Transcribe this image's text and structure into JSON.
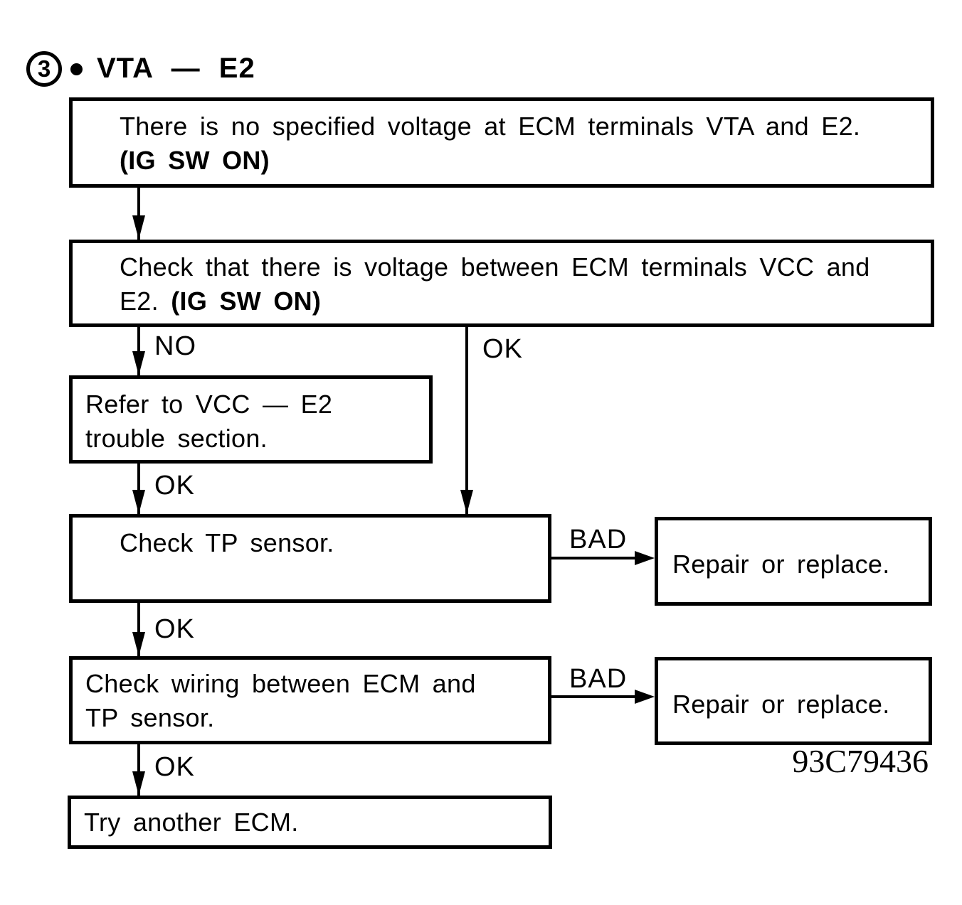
{
  "header": {
    "step_number": "3",
    "bullet_icon": "•",
    "title": "VTA — E2"
  },
  "nodes": {
    "start": {
      "line1": "There is no specified voltage at ECM terminals VTA and E2.",
      "line2": "(IG SW ON)"
    },
    "check_vcc": {
      "line1": "Check that there is voltage between ECM terminals VCC and",
      "line2_normal": "E2. ",
      "line2_bold": "(IG SW ON)"
    },
    "refer_vcc": {
      "line1": "Refer to VCC — E2",
      "line2": "trouble section."
    },
    "check_tp": {
      "text": "Check TP sensor."
    },
    "repair_1": {
      "text": "Repair or replace."
    },
    "check_wiring": {
      "line1": "Check wiring between ECM and",
      "line2": "TP sensor."
    },
    "repair_2": {
      "text": "Repair or replace."
    },
    "try_ecm": {
      "text": "Try another ECM."
    }
  },
  "labels": {
    "no_1": "NO",
    "ok_right": "OK",
    "ok_2": "OK",
    "ok_3": "OK",
    "ok_4": "OK",
    "bad_1": "BAD",
    "bad_2": "BAD"
  },
  "figure_code": "93C79436",
  "colors": {
    "ink": "#000000",
    "paper": "#ffffff"
  }
}
